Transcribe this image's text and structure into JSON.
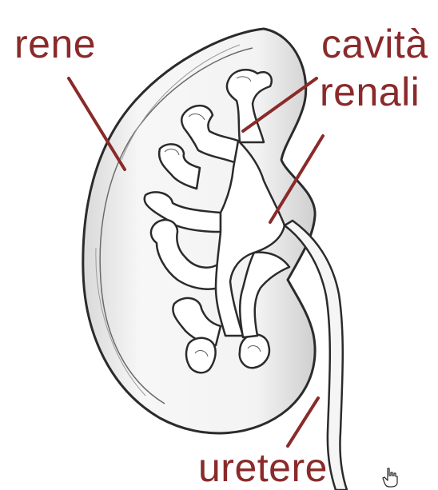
{
  "labels": {
    "kidney": "rene",
    "cavities_line1": "cavità",
    "cavities_line2": "renali",
    "ureter": "uretere"
  },
  "colors": {
    "label_text": "#8a2a2a",
    "leader_line": "#8a2a2a",
    "outline": "#2b2b2b",
    "fill": "#f2f2f2"
  },
  "icons": {
    "cursor": "hand-cursor-icon"
  }
}
